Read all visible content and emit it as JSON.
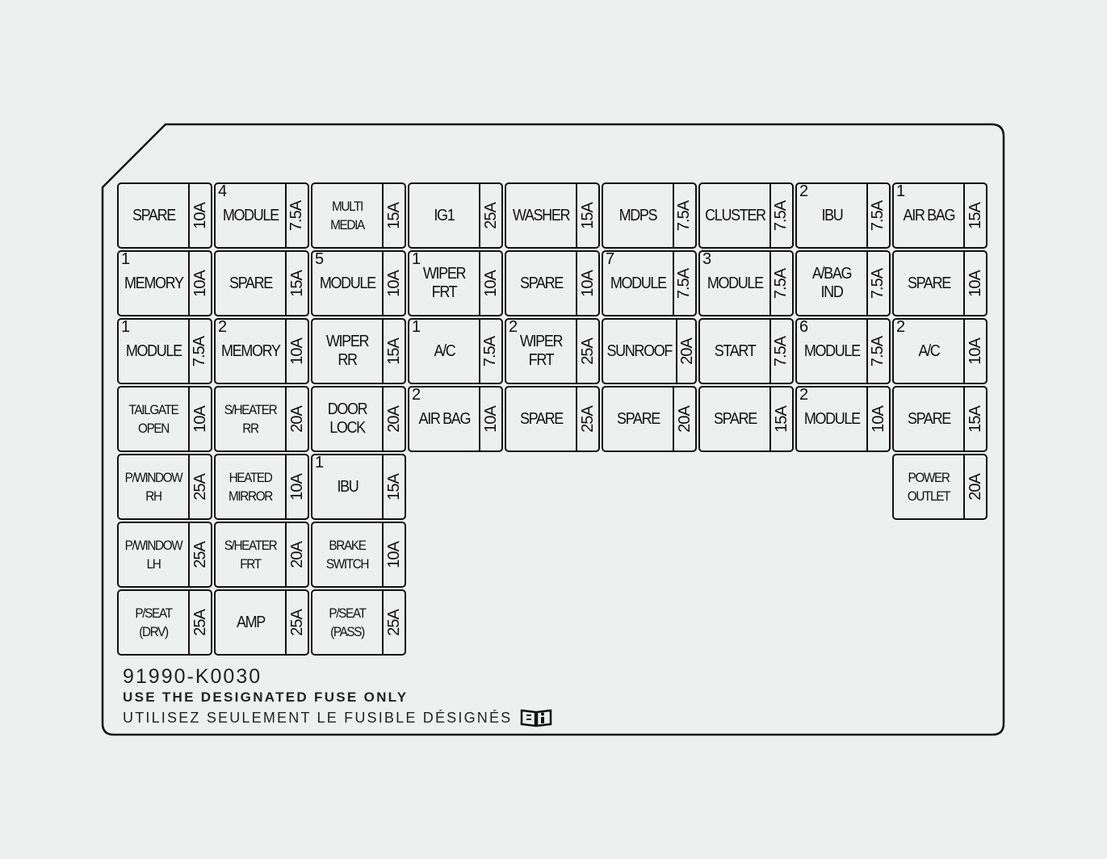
{
  "fuse_rows": [
    [
      {
        "n": "",
        "l": "SPARE",
        "a": "10A"
      },
      {
        "n": "4",
        "l": "MODULE",
        "a": "7.5A"
      },
      {
        "n": "",
        "l": "MULTI MEDIA",
        "a": "15A"
      },
      {
        "n": "",
        "l": "IG1",
        "a": "25A"
      },
      {
        "n": "",
        "l": "WASHER",
        "a": "15A"
      },
      {
        "n": "",
        "l": "MDPS",
        "a": "7.5A"
      },
      {
        "n": "",
        "l": "CLUSTER",
        "a": "7.5A"
      },
      {
        "n": "2",
        "l": "IBU",
        "a": "7.5A"
      },
      {
        "n": "1",
        "l": "AIR BAG",
        "a": "15A"
      }
    ],
    [
      {
        "n": "1",
        "l": "MEMORY",
        "a": "10A"
      },
      {
        "n": "",
        "l": "SPARE",
        "a": "15A"
      },
      {
        "n": "5",
        "l": "MODULE",
        "a": "10A"
      },
      {
        "n": "1",
        "l": "WIPER FRT",
        "a": "10A"
      },
      {
        "n": "",
        "l": "SPARE",
        "a": "10A"
      },
      {
        "n": "7",
        "l": "MODULE",
        "a": "7.5A"
      },
      {
        "n": "3",
        "l": "MODULE",
        "a": "7.5A"
      },
      {
        "n": "",
        "l": "A/BAG IND",
        "a": "7.5A"
      },
      {
        "n": "",
        "l": "SPARE",
        "a": "10A"
      }
    ],
    [
      {
        "n": "1",
        "l": "MODULE",
        "a": "7.5A"
      },
      {
        "n": "2",
        "l": "MEMORY",
        "a": "10A"
      },
      {
        "n": "",
        "l": "WIPER RR",
        "a": "15A"
      },
      {
        "n": "1",
        "l": "A/C",
        "a": "7.5A"
      },
      {
        "n": "2",
        "l": "WIPER FRT",
        "a": "25A"
      },
      {
        "n": "",
        "l": "SUNROOF",
        "a": "20A"
      },
      {
        "n": "",
        "l": "START",
        "a": "7.5A"
      },
      {
        "n": "6",
        "l": "MODULE",
        "a": "7.5A"
      },
      {
        "n": "2",
        "l": "A/C",
        "a": "10A"
      }
    ],
    [
      {
        "n": "",
        "l": "TAILGATE OPEN",
        "a": "10A"
      },
      {
        "n": "",
        "l": "S/HEATER RR",
        "a": "20A"
      },
      {
        "n": "",
        "l": "DOOR LOCK",
        "a": "20A"
      },
      {
        "n": "2",
        "l": "AIR BAG",
        "a": "10A"
      },
      {
        "n": "",
        "l": "SPARE",
        "a": "25A"
      },
      {
        "n": "",
        "l": "SPARE",
        "a": "20A"
      },
      {
        "n": "",
        "l": "SPARE",
        "a": "15A"
      },
      {
        "n": "2",
        "l": "MODULE",
        "a": "10A"
      },
      {
        "n": "",
        "l": "SPARE",
        "a": "15A"
      }
    ],
    [
      {
        "n": "",
        "l": "P/WINDOW RH",
        "a": "25A"
      },
      {
        "n": "",
        "l": "HEATED MIRROR",
        "a": "10A"
      },
      {
        "n": "1",
        "l": "IBU",
        "a": "15A"
      },
      null,
      null,
      null,
      null,
      null,
      {
        "n": "",
        "l": "POWER OUTLET",
        "a": "20A"
      }
    ],
    [
      {
        "n": "",
        "l": "P/WINDOW LH",
        "a": "25A"
      },
      {
        "n": "",
        "l": "S/HEATER FRT",
        "a": "20A"
      },
      {
        "n": "",
        "l": "BRAKE SWITCH",
        "a": "10A"
      },
      null,
      null,
      null,
      null,
      null,
      null
    ],
    [
      {
        "n": "",
        "l": "P/SEAT (DRV)",
        "a": "25A"
      },
      {
        "n": "",
        "l": "AMP",
        "a": "25A"
      },
      {
        "n": "",
        "l": "P/SEAT (PASS)",
        "a": "25A"
      },
      null,
      null,
      null,
      null,
      null,
      null
    ]
  ],
  "footer": {
    "part_number": "91990-K0030",
    "notice_en": "USE THE DESIGNATED FUSE ONLY",
    "notice_fr": "UTILISEZ SEULEMENT LE FUSIBLE DÉSIGNÉS",
    "manual_icon": "book-info-icon"
  }
}
